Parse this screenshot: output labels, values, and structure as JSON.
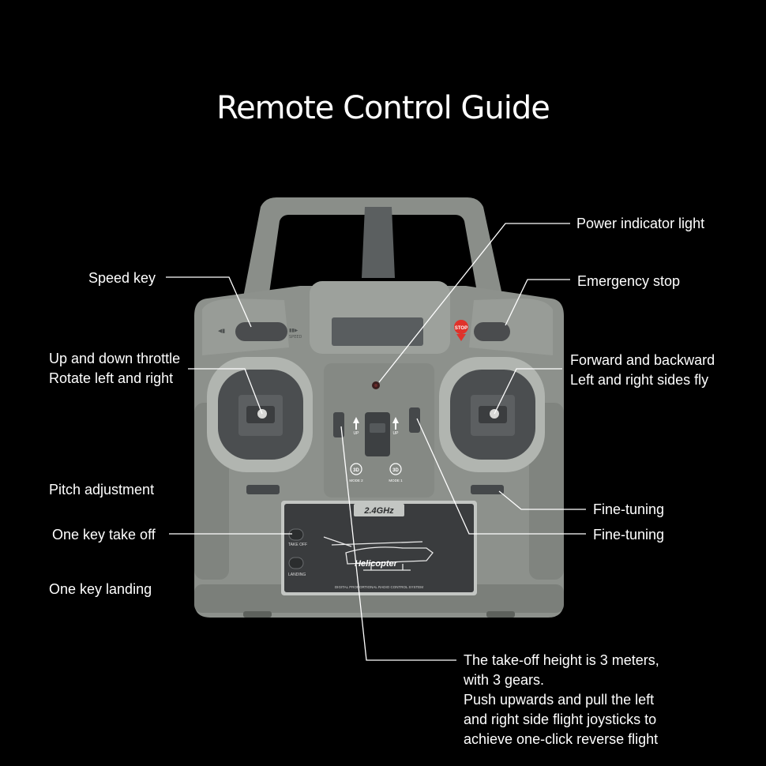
{
  "title": "Remote Control Guide",
  "labels": {
    "power_indicator": "Power indicator light",
    "speed_key": "Speed key",
    "emergency_stop": "Emergency stop",
    "throttle_line1": "Up and down throttle",
    "throttle_line2": "Rotate left and right",
    "forward_line1": "Forward and backward",
    "forward_line2": "Left and right sides fly",
    "pitch_adjustment": "Pitch adjustment",
    "fine_tuning_1": "Fine-tuning",
    "fine_tuning_2": "Fine-tuning",
    "takeoff": "One key take off",
    "landing": "One key  landing",
    "note_line1": "The take-off height is 3 meters,",
    "note_line2": "with 3 gears.",
    "note_line3": "Push upwards and pull the left",
    "note_line4": "and right side flight joysticks to",
    "note_line5": "achieve one-click reverse flight"
  },
  "device": {
    "stop_label": "STOP",
    "up_left": "UP",
    "up_right": "UP",
    "mode2_badge": "3D",
    "mode2_label": "MODE 2",
    "mode1_badge": "3D",
    "mode1_label": "MODE 1",
    "freq_label": "2.4GHz",
    "brand": "Helicopter",
    "takeoff_btn_label": "TAKE OFF",
    "landing_btn_label": "LANDING",
    "system_label": "DIGITAL PROPORTIONAL RADIO CONTROL SYSTEM",
    "speed_left": "◀▮",
    "speed_right": "▮▮▶",
    "speed_sub": "SPEED"
  },
  "colors": {
    "background": "#000000",
    "body": "#8d918c",
    "body_light": "#a2a6a1",
    "panel": "#3a3c3e",
    "stop_red": "#e0322a",
    "leader_line": "#ffffff"
  }
}
